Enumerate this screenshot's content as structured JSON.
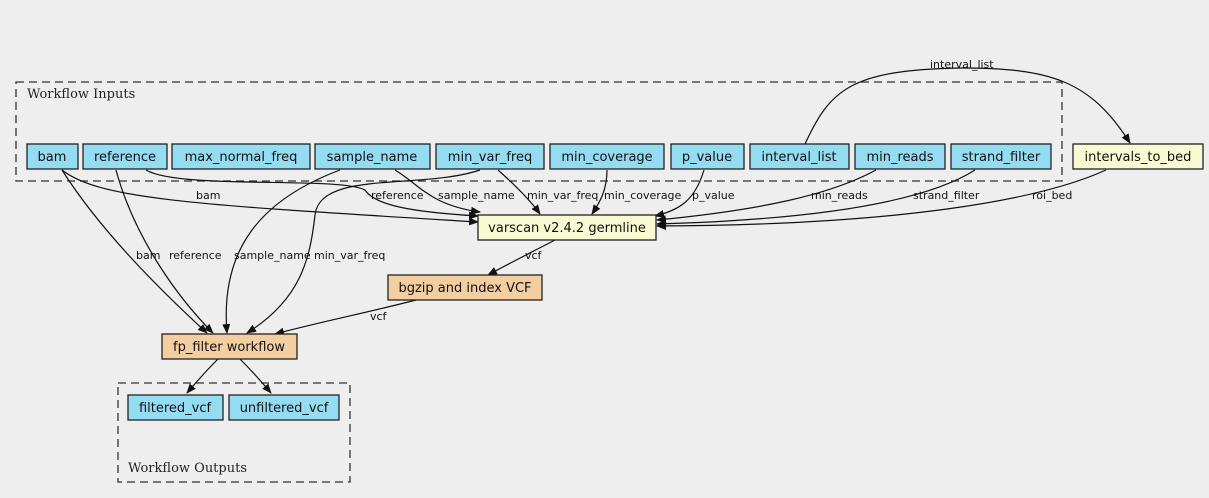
{
  "colors": {
    "input_output": "#94dcf2",
    "tool": "#fafad2",
    "subworkflow": "#f3cea1",
    "background": "#eeeeee"
  },
  "clusters": {
    "inputs": "Workflow Inputs",
    "outputs": "Workflow Outputs"
  },
  "nodes": {
    "bam": "bam",
    "reference": "reference",
    "max_normal_freq": "max_normal_freq",
    "sample_name": "sample_name",
    "min_var_freq": "min_var_freq",
    "min_coverage": "min_coverage",
    "p_value": "p_value",
    "interval_list": "interval_list",
    "min_reads": "min_reads",
    "strand_filter": "strand_filter",
    "intervals_to_bed": "intervals_to_bed",
    "varscan": "varscan v2.4.2 germline",
    "bgzip": "bgzip and index VCF",
    "fp_filter": "fp_filter workflow",
    "filtered_vcf": "filtered_vcf",
    "unfiltered_vcf": "unfiltered_vcf"
  },
  "edges": {
    "interval_list_to_bed": "interval_list",
    "bam_to_varscan": "bam",
    "reference_to_varscan": "reference",
    "sample_name_to_varscan": "sample_name",
    "min_var_freq_to_varscan": "min_var_freq",
    "min_coverage_to_varscan": "min_coverage",
    "p_value_to_varscan": "p_value",
    "min_reads_to_varscan": "min_reads",
    "strand_filter_to_varscan": "strand_filter",
    "roi_bed_to_varscan": "roi_bed",
    "varscan_to_bgzip": "vcf",
    "bgzip_to_fp_filter": "vcf",
    "bam_to_fp_filter": "bam",
    "reference_to_fp_filter": "reference",
    "sample_name_to_fp_filter": "sample_name",
    "min_var_freq_to_fp_filter": "min_var_freq"
  }
}
